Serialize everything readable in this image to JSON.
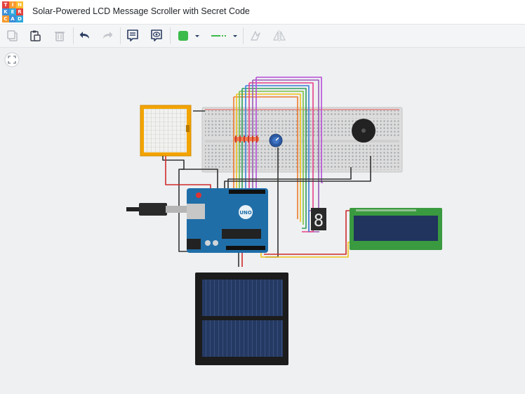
{
  "app": {
    "logo_letters": [
      "T",
      "I",
      "N",
      "K",
      "E",
      "R",
      "C",
      "A",
      "D"
    ],
    "logo_colors": [
      "#e2413e",
      "#f79a2e",
      "#fcbd2c",
      "#3c8ed8",
      "#2fa8dd",
      "#e2413e",
      "#f79a2e",
      "#3c8ed8",
      "#2fa8dd"
    ],
    "title": "Solar-Powered LCD Message Scroller with Secret Code"
  },
  "toolbar": {
    "items": [
      "copy-icon",
      "paste-icon",
      "delete-icon",
      "undo-icon",
      "redo-icon",
      "notes-icon",
      "view-icon",
      "color-picker",
      "line-style-picker",
      "mirror-icon",
      "flip-icon"
    ],
    "selected_color": "#3cba4a"
  },
  "canvas": {
    "components": [
      "light-sensor",
      "breadboard",
      "potentiometer",
      "piezo-buzzer",
      "arduino-uno",
      "seven-segment-display",
      "lcd-16x2",
      "solar-panel",
      "usb-cable"
    ],
    "arduino_label": "UNO",
    "seven_segment_digit": "8"
  }
}
